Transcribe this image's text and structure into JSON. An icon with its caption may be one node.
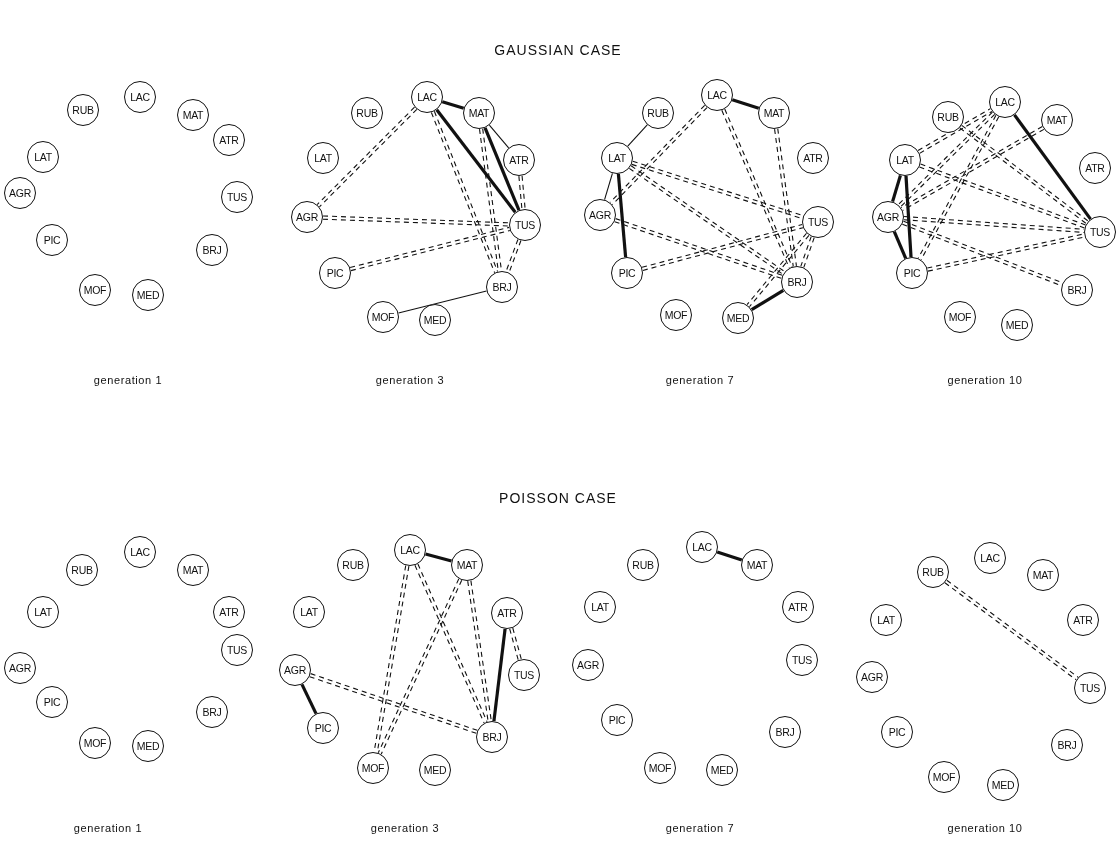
{
  "diagram": {
    "nodes": [
      {
        "text": [
          "RUB"
        ]
      },
      {
        "text": [
          "LAC"
        ]
      },
      {
        "text": [
          "MAT"
        ]
      },
      {
        "text": [
          "LAT"
        ]
      },
      {
        "text": [
          "ATR"
        ]
      },
      {
        "text": [
          "AGR"
        ]
      },
      {
        "text": [
          "TUS"
        ]
      },
      {
        "text": [
          "PIC"
        ]
      },
      {
        "text": [
          "BRJ"
        ]
      },
      {
        "text": [
          "MOF"
        ]
      },
      {
        "text": [
          "MED"
        ]
      },
      {
        "text": [
          "RUB"
        ]
      },
      {
        "text": [
          "LAC"
        ]
      },
      {
        "text": [
          "MAT"
        ]
      },
      {
        "text": [
          "LAT"
        ]
      },
      {
        "text": [
          "ATR"
        ]
      },
      {
        "text": [
          "AGR"
        ]
      },
      {
        "text": [
          "TUS"
        ]
      },
      {
        "text": [
          "PIC"
        ]
      },
      {
        "text": [
          "BRJ"
        ]
      },
      {
        "text": [
          "MOF"
        ]
      },
      {
        "text": [
          "MED"
        ]
      },
      {
        "text": [
          "RUB"
        ]
      },
      {
        "text": [
          "LAC"
        ]
      },
      {
        "text": [
          "MAT"
        ]
      },
      {
        "text": [
          "LAT"
        ]
      },
      {
        "text": [
          "ATR"
        ]
      },
      {
        "text": [
          "AGR"
        ]
      },
      {
        "text": [
          "TUS"
        ]
      },
      {
        "text": [
          "PIC"
        ]
      },
      {
        "text": [
          "BRJ"
        ]
      },
      {
        "text": [
          "MOF"
        ]
      },
      {
        "text": [
          "MED"
        ]
      },
      {
        "text": [
          "RUB"
        ]
      },
      {
        "text": [
          "LAC"
        ]
      },
      {
        "text": [
          "MAT"
        ]
      },
      {
        "text": [
          "LAT"
        ]
      },
      {
        "text": [
          "ATR"
        ]
      },
      {
        "text": [
          "AGR"
        ]
      },
      {
        "text": [
          "TUS"
        ]
      },
      {
        "text": [
          "PIC"
        ]
      },
      {
        "text": [
          "BRJ"
        ]
      },
      {
        "text": [
          "MOF"
        ]
      },
      {
        "text": [
          "MED"
        ]
      },
      {
        "text": [
          "RUB"
        ]
      },
      {
        "text": [
          "LAC"
        ]
      },
      {
        "text": [
          "MAT"
        ]
      },
      {
        "text": [
          "LAT"
        ]
      },
      {
        "text": [
          "ATR"
        ]
      },
      {
        "text": [
          "AGR"
        ]
      },
      {
        "text": [
          "TUS"
        ]
      },
      {
        "text": [
          "PIC"
        ]
      },
      {
        "text": [
          "BRJ"
        ]
      },
      {
        "text": [
          "MOF"
        ]
      },
      {
        "text": [
          "MED"
        ]
      },
      {
        "text": [
          "RUB"
        ]
      },
      {
        "text": [
          "LAC"
        ]
      },
      {
        "text": [
          "MAT"
        ]
      },
      {
        "text": [
          "LAT"
        ]
      },
      {
        "text": [
          "ATR"
        ]
      },
      {
        "text": [
          "AGR"
        ]
      },
      {
        "text": [
          "TUS"
        ]
      },
      {
        "text": [
          "PIC"
        ]
      },
      {
        "text": [
          "BRJ"
        ]
      },
      {
        "text": [
          "MOF"
        ]
      },
      {
        "text": [
          "MED"
        ]
      },
      {
        "text": [
          "RUB"
        ]
      },
      {
        "text": [
          "LAC"
        ]
      },
      {
        "text": [
          "MAT"
        ]
      },
      {
        "text": [
          "LAT"
        ]
      },
      {
        "text": [
          "ATR"
        ]
      },
      {
        "text": [
          "AGR"
        ]
      },
      {
        "text": [
          "TUS"
        ]
      },
      {
        "text": [
          "PIC"
        ]
      },
      {
        "text": [
          "BRJ"
        ]
      },
      {
        "text": [
          "MOF"
        ]
      },
      {
        "text": [
          "MED"
        ]
      },
      {
        "text": [
          "RUB"
        ]
      },
      {
        "text": [
          "LAC"
        ]
      },
      {
        "text": [
          "MAT"
        ]
      },
      {
        "text": [
          "LAT"
        ]
      },
      {
        "text": [
          "ATR"
        ]
      },
      {
        "text": [
          "AGR"
        ]
      },
      {
        "text": [
          "TUS"
        ]
      },
      {
        "text": [
          "PIC"
        ]
      },
      {
        "text": [
          "BRJ"
        ]
      },
      {
        "text": [
          "MOF"
        ]
      },
      {
        "text": [
          "MED"
        ]
      }
    ],
    "edges": [
      {
        "from": 12,
        "to": 13,
        "arrow": "none",
        "style": "thick"
      },
      {
        "from": 12,
        "to": 17,
        "arrow": "none",
        "style": "thick"
      },
      {
        "from": 13,
        "to": 17,
        "arrow": "none",
        "style": "thick"
      },
      {
        "from": 13,
        "to": 15,
        "arrow": "none"
      },
      {
        "from": 15,
        "to": 17,
        "arrow": "none",
        "style": "dashed"
      },
      {
        "from": 12,
        "to": 16,
        "arrow": "none",
        "style": "dashed"
      },
      {
        "from": 12,
        "to": 19,
        "arrow": "none",
        "style": "dashed"
      },
      {
        "from": 13,
        "to": 19,
        "arrow": "none",
        "style": "dashed"
      },
      {
        "from": 16,
        "to": 17,
        "arrow": "none",
        "style": "dashed"
      },
      {
        "from": 18,
        "to": 17,
        "arrow": "none",
        "style": "dashed"
      },
      {
        "from": 20,
        "to": 19,
        "arrow": "none"
      },
      {
        "from": 17,
        "to": 19,
        "arrow": "none",
        "style": "dashed"
      },
      {
        "from": 23,
        "to": 24,
        "arrow": "none",
        "style": "thick"
      },
      {
        "from": 22,
        "to": 25,
        "arrow": "none"
      },
      {
        "from": 25,
        "to": 27,
        "arrow": "none"
      },
      {
        "from": 25,
        "to": 29,
        "arrow": "none",
        "style": "thick"
      },
      {
        "from": 23,
        "to": 27,
        "arrow": "none",
        "style": "dashed"
      },
      {
        "from": 23,
        "to": 30,
        "arrow": "none",
        "style": "dashed"
      },
      {
        "from": 24,
        "to": 30,
        "arrow": "none",
        "style": "dashed"
      },
      {
        "from": 25,
        "to": 28,
        "arrow": "none",
        "style": "dashed"
      },
      {
        "from": 25,
        "to": 30,
        "arrow": "none",
        "style": "dashed"
      },
      {
        "from": 27,
        "to": 30,
        "arrow": "none",
        "style": "dashed"
      },
      {
        "from": 29,
        "to": 28,
        "arrow": "none",
        "style": "dashed"
      },
      {
        "from": 28,
        "to": 32,
        "arrow": "none",
        "style": "dashed"
      },
      {
        "from": 28,
        "to": 30,
        "arrow": "none",
        "style": "dashed"
      },
      {
        "from": 30,
        "to": 32,
        "arrow": "none",
        "style": "thick"
      },
      {
        "from": 34,
        "to": 39,
        "arrow": "none",
        "style": "thick"
      },
      {
        "from": 36,
        "to": 38,
        "arrow": "none",
        "style": "thick"
      },
      {
        "from": 36,
        "to": 40,
        "arrow": "none",
        "style": "thick"
      },
      {
        "from": 38,
        "to": 40,
        "arrow": "none",
        "style": "thick"
      },
      {
        "from": 36,
        "to": 34,
        "arrow": "none",
        "style": "dashed"
      },
      {
        "from": 33,
        "to": 39,
        "arrow": "none",
        "style": "dashed"
      },
      {
        "from": 34,
        "to": 38,
        "arrow": "none",
        "style": "dashed"
      },
      {
        "from": 34,
        "to": 40,
        "arrow": "none",
        "style": "dashed"
      },
      {
        "from": 35,
        "to": 38,
        "arrow": "none",
        "style": "dashed"
      },
      {
        "from": 36,
        "to": 39,
        "arrow": "none",
        "style": "dashed"
      },
      {
        "from": 38,
        "to": 39,
        "arrow": "none",
        "style": "dashed"
      },
      {
        "from": 40,
        "to": 39,
        "arrow": "none",
        "style": "dashed"
      },
      {
        "from": 38,
        "to": 41,
        "arrow": "none",
        "style": "dashed"
      },
      {
        "from": 56,
        "to": 57,
        "arrow": "none",
        "style": "thick"
      },
      {
        "from": 56,
        "to": 64,
        "arrow": "none",
        "style": "dashed"
      },
      {
        "from": 56,
        "to": 63,
        "arrow": "none",
        "style": "dashed"
      },
      {
        "from": 57,
        "to": 64,
        "arrow": "none",
        "style": "dashed"
      },
      {
        "from": 57,
        "to": 63,
        "arrow": "none",
        "style": "dashed"
      },
      {
        "from": 59,
        "to": 63,
        "arrow": "none",
        "style": "thick"
      },
      {
        "from": 59,
        "to": 61,
        "arrow": "none",
        "style": "dashed"
      },
      {
        "from": 60,
        "to": 62,
        "arrow": "none",
        "style": "thick"
      },
      {
        "from": 60,
        "to": 63,
        "arrow": "none",
        "style": "dashed"
      },
      {
        "from": 67,
        "to": 68,
        "arrow": "none",
        "style": "thick"
      },
      {
        "from": 77,
        "to": 83,
        "arrow": "none",
        "style": "dashed"
      }
    ],
    "labels": [
      "GAUSSIAN CASE",
      "generation 1",
      "generation 3",
      "generation 7",
      "generation 10",
      "POISSON CASE",
      "generation 1",
      "generation 3",
      "generation 7",
      "generation 10"
    ]
  }
}
